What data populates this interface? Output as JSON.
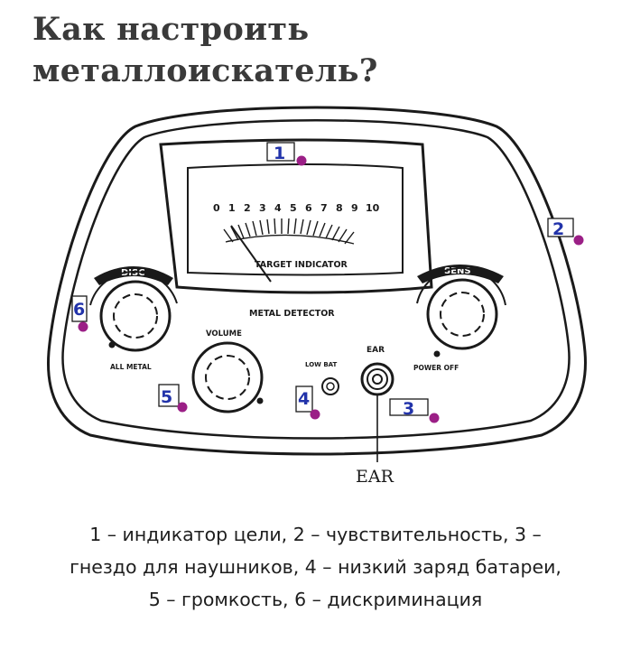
{
  "title": {
    "line1": "Как настроить",
    "line2": "металлоискатель?"
  },
  "device": {
    "panel_label": "METAL DETECTOR",
    "meter_label": "TARGET INDICATOR",
    "scale_numbers": [
      "0",
      "1",
      "2",
      "3",
      "4",
      "5",
      "6",
      "7",
      "8",
      "9",
      "10"
    ],
    "disc_label": "DISC",
    "sens_label": "SENS",
    "volume_label": "VOLUME",
    "all_metal_label": "ALL METAL",
    "power_off_label": "POWER OFF",
    "low_bat_label": "LOW BAT",
    "ear_label": "EAR",
    "ear_callout": "EAR"
  },
  "markers": [
    {
      "number": "1"
    },
    {
      "number": "2"
    },
    {
      "number": "3"
    },
    {
      "number": "4"
    },
    {
      "number": "5"
    },
    {
      "number": "6"
    }
  ],
  "colors": {
    "marker_text": "#2233aa",
    "marker_dot": "#9b1f86",
    "outline": "#1a1a1a"
  },
  "caption": {
    "line1": "1 – индикатор цели, 2 – чувствительность, 3 –",
    "line2": "гнездо для наушников, 4 – низкий заряд батареи,",
    "line3": "5 – громкость, 6 – дискриминация"
  }
}
